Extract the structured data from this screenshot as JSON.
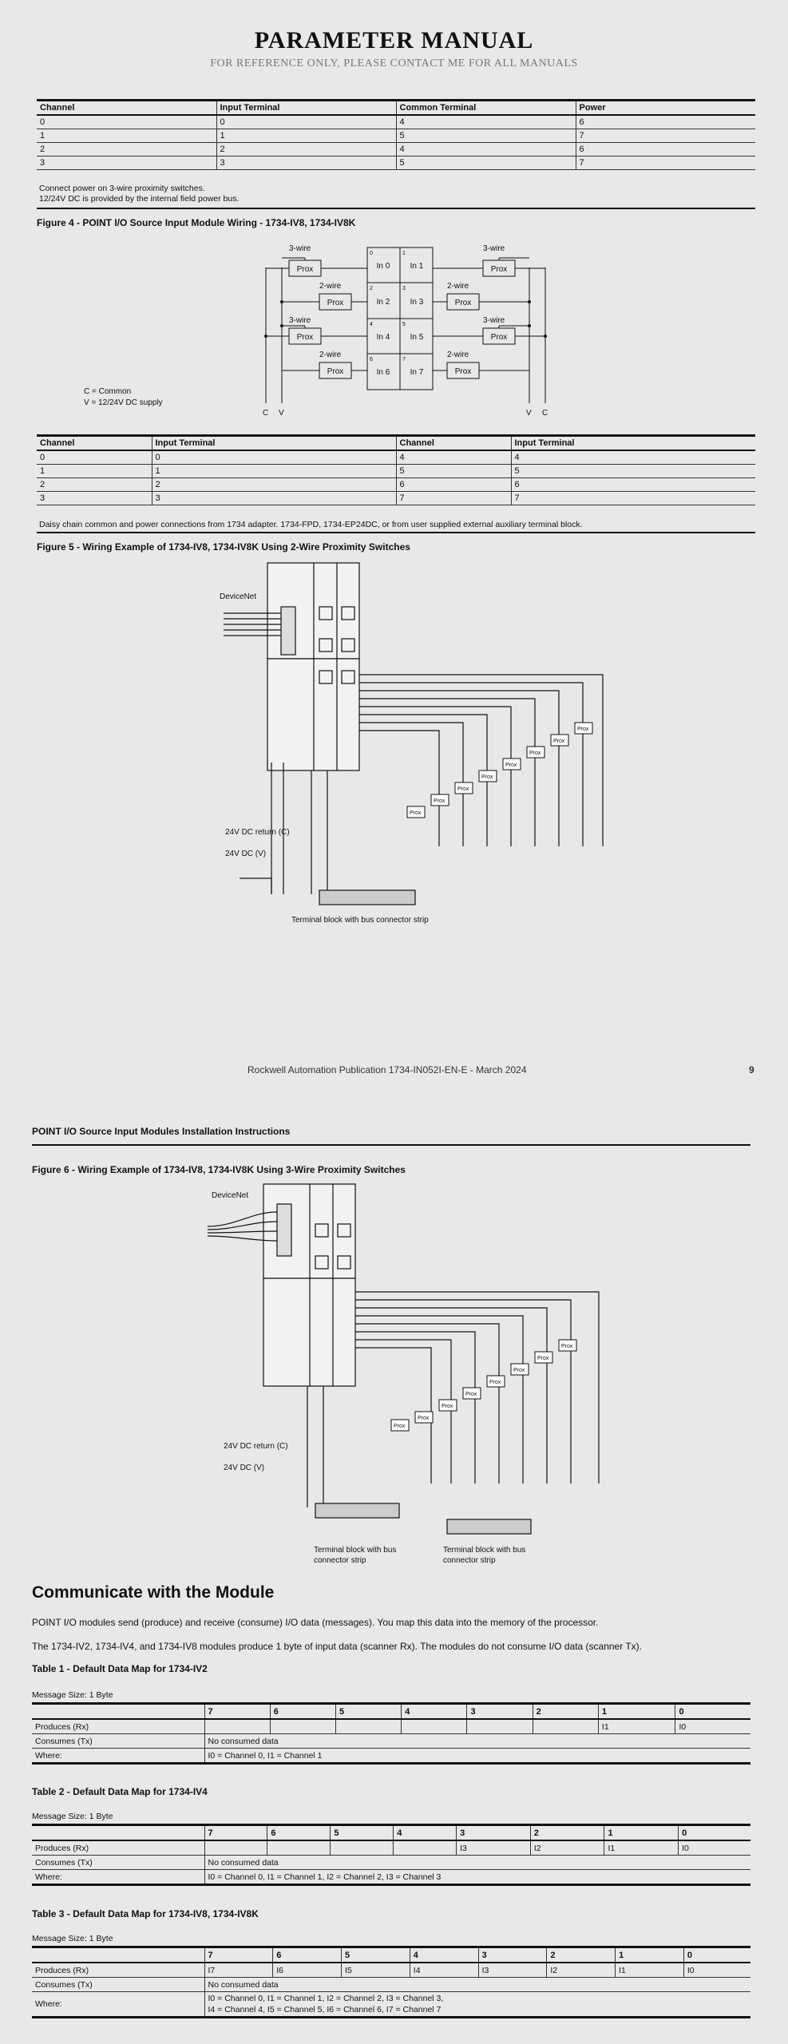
{
  "header": {
    "title": "PARAMETER MANUAL",
    "subtitle": "FOR REFERENCE ONLY, PLEASE CONTACT ME FOR ALL MANUALS"
  },
  "table_power": {
    "headers": [
      "Channel",
      "Input Terminal",
      "Common Terminal",
      "Power"
    ],
    "rows": [
      [
        "0",
        "0",
        "4",
        "6"
      ],
      [
        "1",
        "1",
        "5",
        "7"
      ],
      [
        "2",
        "2",
        "4",
        "6"
      ],
      [
        "3",
        "3",
        "5",
        "7"
      ]
    ],
    "notes": [
      "Connect power on 3-wire proximity switches.",
      "12/24V DC is provided by the internal field power bus."
    ]
  },
  "figure4": {
    "caption": "Figure 4 - POINT I/O Source Input Module Wiring - 1734-IV8, 1734-IV8K",
    "inputs": [
      "In 0",
      "In 1",
      "In 2",
      "In 3",
      "In 4",
      "In 5",
      "In 6",
      "In 7"
    ],
    "terminal_numbers": [
      "0",
      "1",
      "2",
      "3",
      "4",
      "5",
      "6",
      "7"
    ],
    "prox": "Prox",
    "wire3": "3-wire",
    "wire2": "2-wire",
    "legend_c": "C = Common",
    "legend_v": "V = 12/24V DC supply",
    "c": "C",
    "v": "V"
  },
  "table_channel": {
    "headers": [
      "Channel",
      "Input Terminal",
      "Channel",
      "Input Terminal"
    ],
    "rows": [
      [
        "0",
        "0",
        "4",
        "4"
      ],
      [
        "1",
        "1",
        "5",
        "5"
      ],
      [
        "2",
        "2",
        "6",
        "6"
      ],
      [
        "3",
        "3",
        "7",
        "7"
      ]
    ],
    "note": "Daisy chain common and power connections from 1734 adapter. 1734-FPD, 1734-EP24DC, or from user supplied external auxiliary terminal block."
  },
  "figure5": {
    "caption": "Figure 5 - Wiring Example of 1734-IV8, 1734-IV8K Using 2-Wire Proximity Switches",
    "devicenet": "DeviceNet",
    "return": "24V DC return (C)",
    "supply": "24V DC (V)",
    "block": "Terminal block with bus connector strip",
    "prox": "Prox"
  },
  "footer": {
    "publication": "Rockwell Automation Publication 1734-IN052I-EN-E - March 2024",
    "page": "9"
  },
  "page2_header": "POINT I/O Source Input Modules Installation Instructions",
  "figure6": {
    "caption": "Figure 6 - Wiring Example of 1734-IV8, 1734-IV8K Using 3-Wire Proximity Switches",
    "devicenet": "DeviceNet",
    "return": "24V DC return (C)",
    "supply": "24V DC (V)",
    "block1a": "Terminal block with bus",
    "block1b": "connector strip",
    "block2a": "Terminal block with bus",
    "block2b": "connector strip",
    "prox": "Prox"
  },
  "section": {
    "title": "Communicate with the Module",
    "p1": "POINT I/O modules send (produce) and receive (consume) I/O data (messages). You map this data into the memory of the processor.",
    "p2": "The 1734-IV2, 1734-IV4, and 1734-IV8 modules produce 1 byte of input data (scanner Rx). The modules do not consume I/O data (scanner Tx)."
  },
  "tables": [
    {
      "caption": "Table 1 - Default Data Map for 1734-IV2",
      "msg": "Message Size: 1 Byte",
      "bits": [
        "7",
        "6",
        "5",
        "4",
        "3",
        "2",
        "1",
        "0"
      ],
      "produces_label": "Produces (Rx)",
      "produces": [
        "",
        "",
        "",
        "",
        "",
        "",
        "I1",
        "I0"
      ],
      "consumes_label": "Consumes (Tx)",
      "consumes": "No consumed data",
      "where_label": "Where:",
      "where": [
        "I0 = Channel 0, I1 = Channel 1"
      ]
    },
    {
      "caption": "Table 2 - Default Data Map for 1734-IV4",
      "msg": "Message Size: 1 Byte",
      "bits": [
        "7",
        "6",
        "5",
        "4",
        "3",
        "2",
        "1",
        "0"
      ],
      "produces_label": "Produces (Rx)",
      "produces": [
        "",
        "",
        "",
        "",
        "I3",
        "I2",
        "I1",
        "I0"
      ],
      "consumes_label": "Consumes (Tx)",
      "consumes": "No consumed data",
      "where_label": "Where:",
      "where": [
        "I0 = Channel 0, I1 = Channel 1, I2 = Channel 2, I3 = Channel 3"
      ]
    },
    {
      "caption": "Table 3 - Default Data Map for 1734-IV8, 1734-IV8K",
      "msg": "Message Size: 1 Byte",
      "bits": [
        "7",
        "6",
        "5",
        "4",
        "3",
        "2",
        "1",
        "0"
      ],
      "produces_label": "Produces (Rx)",
      "produces": [
        "I7",
        "I6",
        "I5",
        "I4",
        "I3",
        "I2",
        "I1",
        "I0"
      ],
      "consumes_label": "Consumes (Tx)",
      "consumes": "No consumed data",
      "where_label": "Where:",
      "where": [
        "I0 = Channel 0, I1 = Channel 1, I2 = Channel 2, I3 = Channel 3,",
        "I4 = Channel 4, I5 = Channel 5, I6 = Channel 6, I7 = Channel 7"
      ]
    }
  ]
}
